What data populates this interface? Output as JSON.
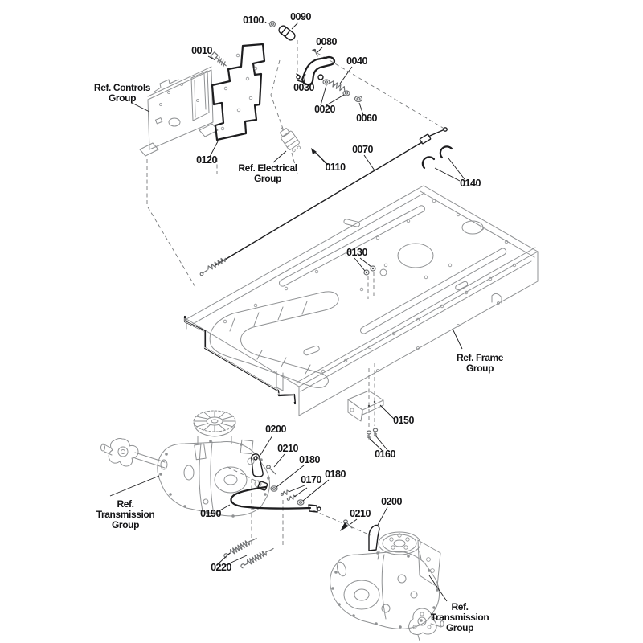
{
  "diagram": {
    "type": "exploded-parts-diagram",
    "ink": "#1d1d1f",
    "reference_gray": "#8f9193",
    "background": "#ffffff",
    "callouts": [
      {
        "part": "0100"
      },
      {
        "part": "0090"
      },
      {
        "part": "0080"
      },
      {
        "part": "0010"
      },
      {
        "part": "0030"
      },
      {
        "part": "0040"
      },
      {
        "part": "0020"
      },
      {
        "part": "0060"
      },
      {
        "part": "0120"
      },
      {
        "part": "0110"
      },
      {
        "part": "0070"
      },
      {
        "part": "0140"
      },
      {
        "part": "0130"
      },
      {
        "part": "0150"
      },
      {
        "part": "0160"
      },
      {
        "part": "0200"
      },
      {
        "part": "0210"
      },
      {
        "part": "0180"
      },
      {
        "part": "0170"
      },
      {
        "part": "0180"
      },
      {
        "part": "0190"
      },
      {
        "part": "0220"
      },
      {
        "part": "0210"
      },
      {
        "part": "0200"
      }
    ],
    "ref_groups": [
      {
        "lines": [
          "Ref. Controls",
          "Group"
        ]
      },
      {
        "lines": [
          "Ref. Electrical",
          "Group"
        ]
      },
      {
        "lines": [
          "Ref. Frame",
          "Group"
        ]
      },
      {
        "lines": [
          "Ref.",
          "Transmission",
          "Group"
        ]
      },
      {
        "lines": [
          "Ref.",
          "Transmission",
          "Group"
        ]
      }
    ]
  }
}
